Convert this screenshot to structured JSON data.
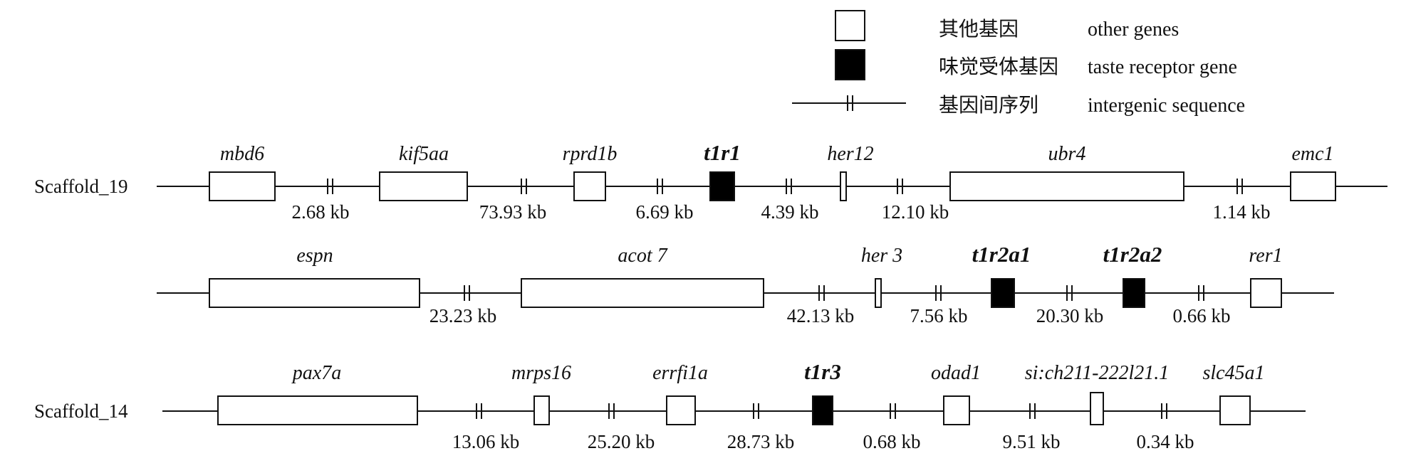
{
  "legend": {
    "other_genes": {
      "cn": "其他基因",
      "en": "other genes"
    },
    "taste_gene": {
      "cn": "味觉受体基因",
      "en": "taste receptor gene"
    },
    "intergenic": {
      "cn": "基因间序列",
      "en": "intergenic sequence"
    }
  },
  "rows": [
    {
      "scaffold": "Scaffold_19",
      "genes": [
        {
          "name": "mbd6",
          "taste": false
        },
        {
          "name": "kif5aa",
          "taste": false
        },
        {
          "name": "rprd1b",
          "taste": false
        },
        {
          "name": "t1r1",
          "taste": true
        },
        {
          "name": "her12",
          "taste": false
        },
        {
          "name": "ubr4",
          "taste": false
        },
        {
          "name": "emc1",
          "taste": false
        }
      ],
      "distances": [
        "2.68 kb",
        "73.93 kb",
        "6.69 kb",
        "4.39 kb",
        "12.10 kb",
        "1.14 kb"
      ]
    },
    {
      "scaffold": "",
      "genes": [
        {
          "name": "espn",
          "taste": false
        },
        {
          "name": "acot 7",
          "taste": false
        },
        {
          "name": "her 3",
          "taste": false
        },
        {
          "name": "t1r2a1",
          "taste": true
        },
        {
          "name": "t1r2a2",
          "taste": true
        },
        {
          "name": "rer1",
          "taste": false
        }
      ],
      "distances": [
        "23.23 kb",
        "42.13 kb",
        "7.56 kb",
        "20.30 kb",
        "0.66 kb"
      ]
    },
    {
      "scaffold": "Scaffold_14",
      "genes": [
        {
          "name": "pax7a",
          "taste": false
        },
        {
          "name": "mrps16",
          "taste": false
        },
        {
          "name": "errfi1a",
          "taste": false
        },
        {
          "name": "t1r3",
          "taste": true
        },
        {
          "name": "odad1",
          "taste": false
        },
        {
          "name": "si:ch211-222l21.1",
          "taste": false
        },
        {
          "name": "slc45a1",
          "taste": false
        }
      ],
      "distances": [
        "13.06 kb",
        "25.20 kb",
        "28.73 kb",
        "0.68 kb",
        "9.51 kb",
        "0.34 kb"
      ]
    }
  ]
}
